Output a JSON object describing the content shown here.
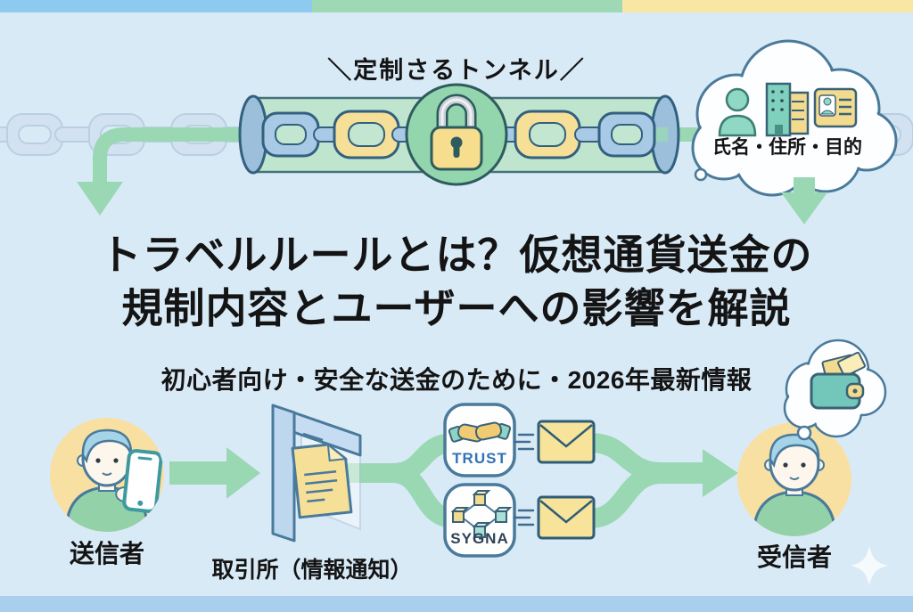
{
  "tunnel": {
    "label": "＼定制さるトンネル／"
  },
  "kyc_bubble": {
    "label": "氏名・住所・目的"
  },
  "heading": {
    "line1": "トラベルルールとは？仮想通貨送金の",
    "line2": "規制内容とユーザーへの影響を解説",
    "subtitle": "初心者向け・安全な送金のために・2026年最新情報"
  },
  "flow": {
    "sender_label": "送信者",
    "exchange_label": "取引所（情報通知）",
    "receiver_label": "受信者",
    "protocols": [
      {
        "name": "TRUST"
      },
      {
        "name": "SYGNA"
      }
    ]
  },
  "colors": {
    "background": "#d9eaf7",
    "band_blue": "#8ecaef",
    "band_green": "#9fd8b5",
    "band_yellow": "#f8e7a4",
    "bottom_band": "#a9cfec",
    "arrow_green": "#9ad8b4",
    "outline_blue": "#4a7a9b",
    "accent_yellow": "#f6df96",
    "lock_circle_green": "#93d6ae",
    "avatar_circle_yellow": "#f8e0a2",
    "trust_text": "#3272b8",
    "sygna_text": "#2e4257"
  }
}
